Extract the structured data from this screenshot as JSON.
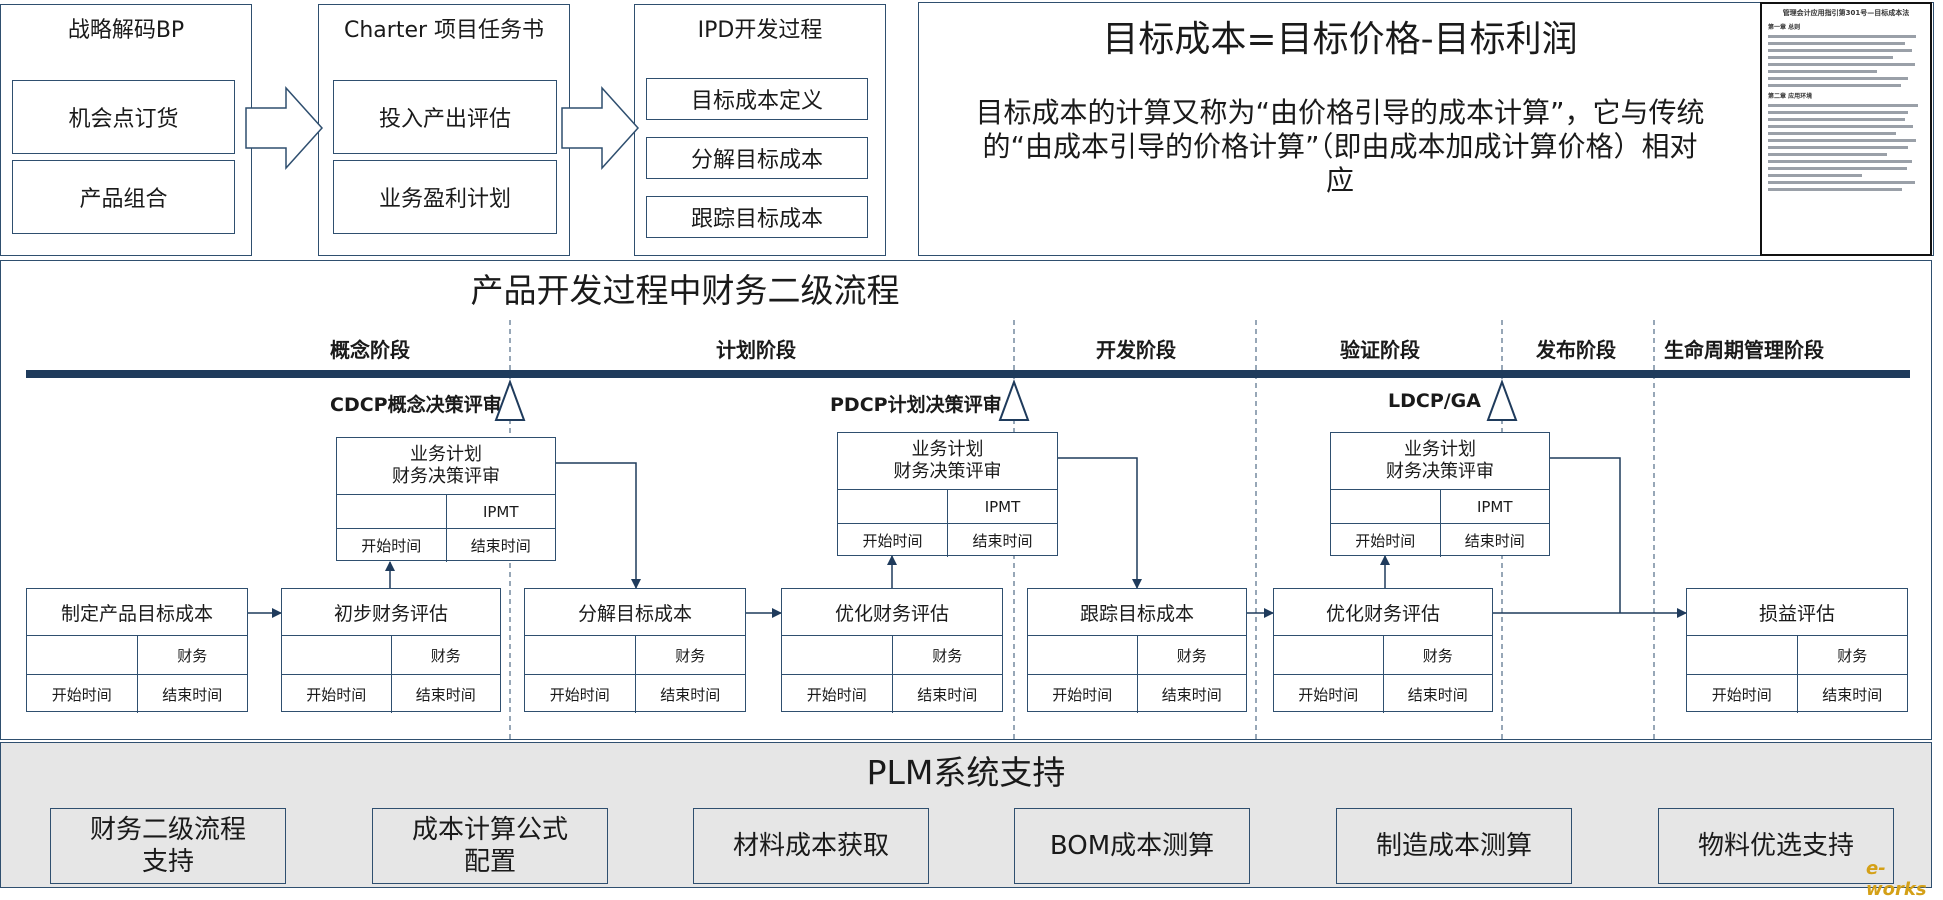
{
  "top": {
    "strategy": {
      "title": "战略解码BP",
      "items": [
        "机会点订货",
        "产品组合"
      ]
    },
    "charter": {
      "title": "Charter 项目任务书",
      "items": [
        "投入产出评估",
        "业务盈利计划"
      ]
    },
    "ipd": {
      "title": "IPD开发过程",
      "items": [
        "目标成本定义",
        "分解目标成本",
        "跟踪目标成本"
      ]
    },
    "formula": {
      "title": "目标成本=目标价格-目标利润",
      "desc_lines": [
        "目标成本的计算又称为“由价格引导的成本计算”，它与传统",
        "的“由成本引导的价格计算”（即由成本加成计算价格）相对",
        "应"
      ]
    },
    "doc": {
      "title": "管理会计应用指引第301号—目标成本法",
      "h1": "第一章  总则",
      "h2": "第二章  应用环境"
    }
  },
  "flow": {
    "title": "产品开发过程中财务二级流程",
    "phases": [
      "概念阶段",
      "计划阶段",
      "开发阶段",
      "验证阶段",
      "发布阶段",
      "生命周期管理阶段"
    ],
    "milestones": [
      "CDCP概念决策评审",
      "PDCP计划决策评审",
      "LDCP/GA"
    ],
    "reviews": [
      {
        "line1": "业务计划",
        "line2": "财务决策评审",
        "owner": "IPMT",
        "start": "开始时间",
        "end": "结束时间"
      },
      {
        "line1": "业务计划",
        "line2": "财务决策评审",
        "owner": "IPMT",
        "start": "开始时间",
        "end": "结束时间"
      },
      {
        "line1": "业务计划",
        "line2": "财务决策评审",
        "owner": "IPMT",
        "start": "开始时间",
        "end": "结束时间"
      }
    ],
    "tasks": [
      {
        "name": "制定产品目标成本",
        "owner": "财务",
        "start": "开始时间",
        "end": "结束时间"
      },
      {
        "name": "初步财务评估",
        "owner": "财务",
        "start": "开始时间",
        "end": "结束时间"
      },
      {
        "name": "分解目标成本",
        "owner": "财务",
        "start": "开始时间",
        "end": "结束时间"
      },
      {
        "name": "优化财务评估",
        "owner": "财务",
        "start": "开始时间",
        "end": "结束时间"
      },
      {
        "name": "跟踪目标成本",
        "owner": "财务",
        "start": "开始时间",
        "end": "结束时间"
      },
      {
        "name": "优化财务评估",
        "owner": "财务",
        "start": "开始时间",
        "end": "结束时间"
      },
      {
        "name": "损益评估",
        "owner": "财务",
        "start": "开始时间",
        "end": "结束时间"
      }
    ]
  },
  "plm": {
    "title": "PLM系统支持",
    "items": [
      {
        "line1": "财务二级流程",
        "line2": "支持"
      },
      {
        "line1": "成本计算公式",
        "line2": "配置"
      },
      {
        "line1": "材料成本获取",
        "line2": ""
      },
      {
        "line1": "BOM成本测算",
        "line2": ""
      },
      {
        "line1": "制造成本测算",
        "line2": ""
      },
      {
        "line1": "物料优选支持",
        "line2": ""
      }
    ]
  },
  "watermark": "e-works",
  "colors": {
    "line": "#2f4f6f",
    "timeline": "#1f3b5c",
    "plm_bg": "#e6e6e6"
  }
}
